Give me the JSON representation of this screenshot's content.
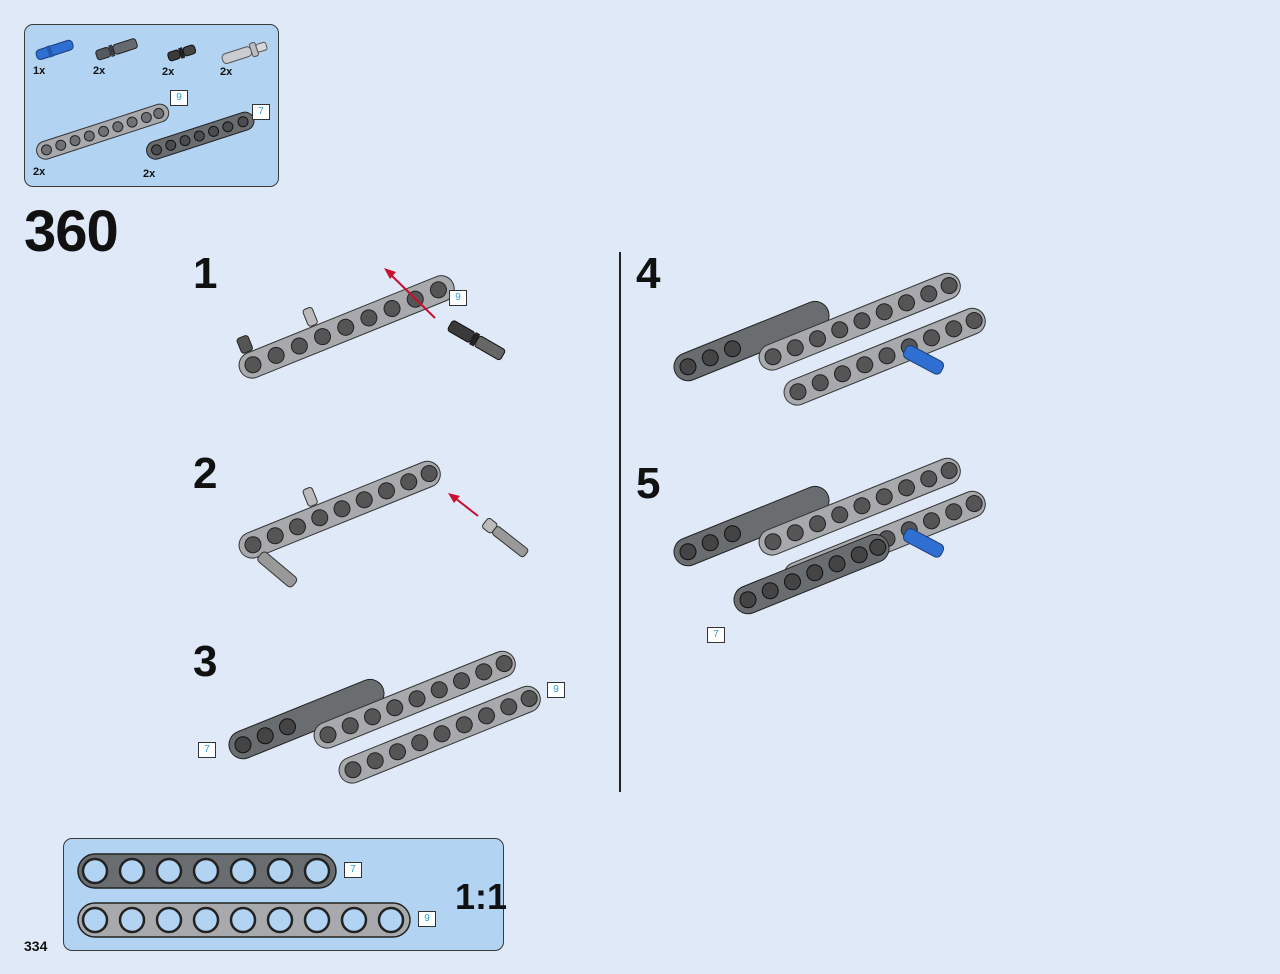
{
  "page_number": "334",
  "step_number": "360",
  "parts_panel": {
    "parts": [
      {
        "qty": "1x",
        "name": "blue-axle-pin",
        "color": "#2f6fd1"
      },
      {
        "qty": "2x",
        "name": "dark-gray-connector-pin",
        "color": "#555a60"
      },
      {
        "qty": "2x",
        "name": "black-friction-pin",
        "color": "#3a3a3a"
      },
      {
        "qty": "2x",
        "name": "light-gray-axle-pin",
        "color": "#b9bcc0"
      },
      {
        "qty": "2x",
        "name": "light-gray-beam",
        "length": "9",
        "color": "#a7a9ac"
      },
      {
        "qty": "2x",
        "name": "dark-gray-beam",
        "length": "7",
        "color": "#6a6d70"
      }
    ]
  },
  "substeps": [
    {
      "number": "1",
      "callouts": [
        "9"
      ]
    },
    {
      "number": "2",
      "callouts": []
    },
    {
      "number": "3",
      "callouts": [
        "7",
        "9"
      ]
    },
    {
      "number": "4",
      "callouts": []
    },
    {
      "number": "5",
      "callouts": [
        "7"
      ]
    }
  ],
  "scale_panel": {
    "scale": "1:1",
    "beams": [
      {
        "length": "7",
        "holes": 7
      },
      {
        "length": "9",
        "holes": 9
      }
    ]
  },
  "colors": {
    "page_background": "#dfe9f7",
    "panel_background": "#b3d3f2",
    "light_gray_beam": "#a7a9ac",
    "dark_gray_beam": "#6a6d70",
    "arrow_red": "#c8102e",
    "callout_text": "#2a9fd6",
    "blue_pin": "#2f6fd1"
  }
}
